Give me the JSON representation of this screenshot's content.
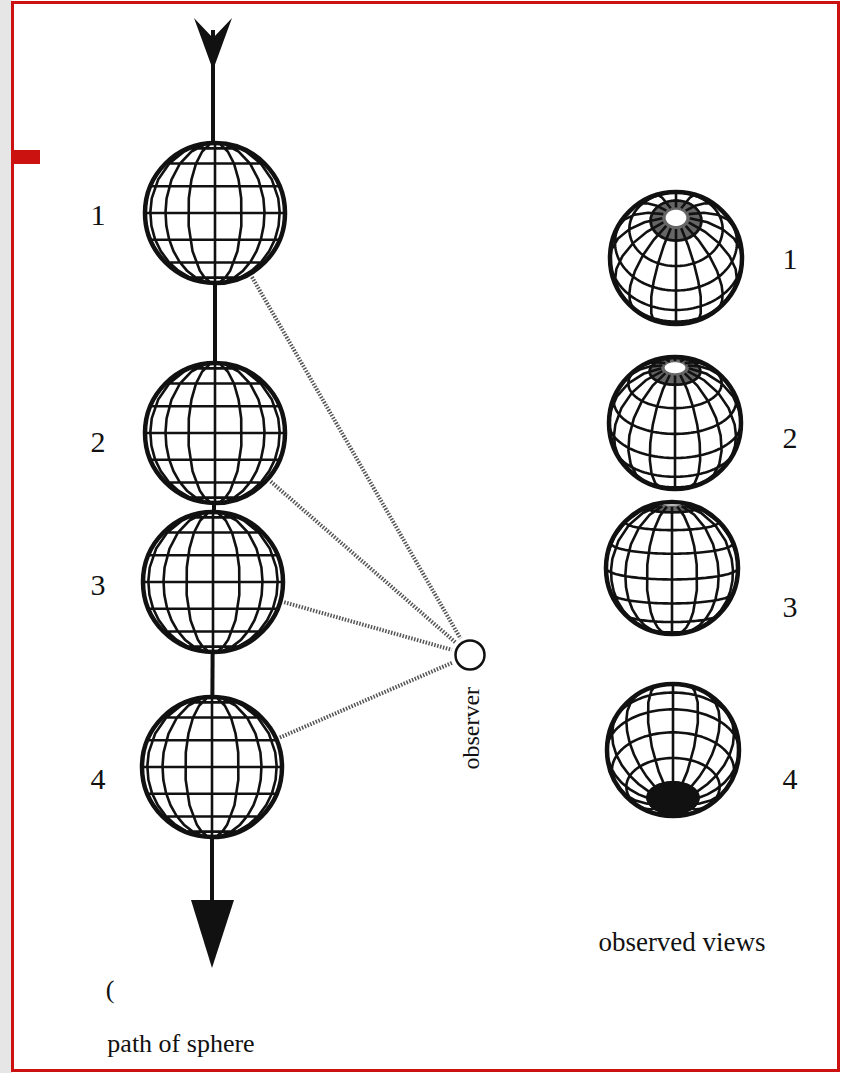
{
  "diagram": {
    "nodes": [
      {
        "text": [
          "1"
        ]
      },
      {
        "text": [
          "2"
        ]
      },
      {
        "text": [
          "3"
        ]
      },
      {
        "text": [
          "4"
        ]
      },
      {
        "text": [
          "observer"
        ]
      },
      {
        "text": [
          "1"
        ]
      },
      {
        "text": [
          "2"
        ]
      },
      {
        "text": [
          "3"
        ]
      },
      {
        "text": [
          "4"
        ]
      }
    ],
    "edges": [
      {
        "from": 0,
        "to": 1,
        "arrow": "none"
      },
      {
        "from": 1,
        "to": 2,
        "arrow": "none"
      },
      {
        "from": 2,
        "to": 3,
        "arrow": "none"
      },
      {
        "from": 0,
        "to": 4,
        "arrow": "none"
      },
      {
        "from": 1,
        "to": 4,
        "arrow": "none"
      },
      {
        "from": 2,
        "to": 4,
        "arrow": "none"
      },
      {
        "from": 3,
        "to": 4,
        "arrow": "none"
      }
    ],
    "labels": [
      "observed views",
      "path of sphere",
      "("
    ]
  }
}
